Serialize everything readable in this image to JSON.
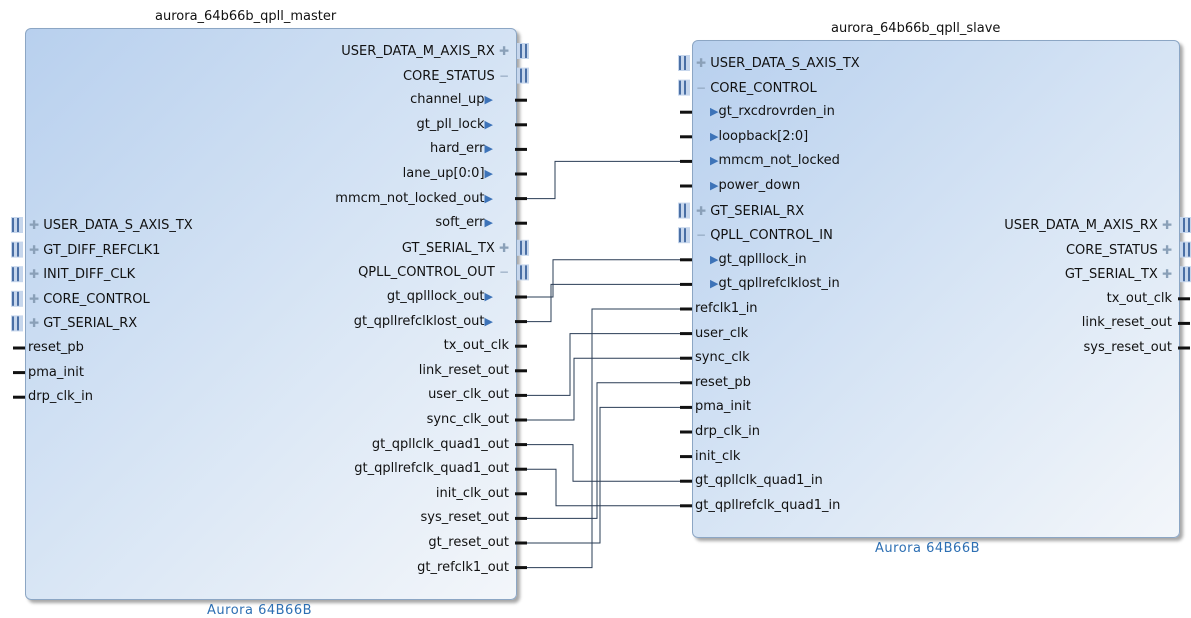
{
  "master": {
    "title": "aurora_64b66b_qpll_master",
    "subtitle": "Aurora 64B66B",
    "left_ports": [
      {
        "label": "USER_DATA_S_AXIS_TX",
        "kind": "bus"
      },
      {
        "label": "GT_DIFF_REFCLK1",
        "kind": "bus"
      },
      {
        "label": "INIT_DIFF_CLK",
        "kind": "bus"
      },
      {
        "label": "CORE_CONTROL",
        "kind": "bus"
      },
      {
        "label": "GT_SERIAL_RX",
        "kind": "bus"
      },
      {
        "label": "reset_pb",
        "kind": "wire"
      },
      {
        "label": "pma_init",
        "kind": "wire"
      },
      {
        "label": "drp_clk_in",
        "kind": "wire"
      }
    ],
    "right_ports": [
      {
        "label": "USER_DATA_M_AXIS_RX",
        "kind": "bus"
      },
      {
        "label": "CORE_STATUS",
        "kind": "busopen"
      },
      {
        "label": "channel_up",
        "kind": "tri"
      },
      {
        "label": "gt_pll_lock",
        "kind": "tri"
      },
      {
        "label": "hard_err",
        "kind": "tri"
      },
      {
        "label": "lane_up[0:0]",
        "kind": "tri"
      },
      {
        "label": "mmcm_not_locked_out",
        "kind": "tri"
      },
      {
        "label": "soft_err",
        "kind": "tri"
      },
      {
        "label": "GT_SERIAL_TX",
        "kind": "bus"
      },
      {
        "label": "QPLL_CONTROL_OUT",
        "kind": "busopen"
      },
      {
        "label": "gt_qplllock_out",
        "kind": "tri"
      },
      {
        "label": "gt_qpllrefclklost_out",
        "kind": "tri"
      },
      {
        "label": "tx_out_clk",
        "kind": "wire"
      },
      {
        "label": "link_reset_out",
        "kind": "wire"
      },
      {
        "label": "user_clk_out",
        "kind": "wire"
      },
      {
        "label": "sync_clk_out",
        "kind": "wire"
      },
      {
        "label": "gt_qpllclk_quad1_out",
        "kind": "wire"
      },
      {
        "label": "gt_qpllrefclk_quad1_out",
        "kind": "wire"
      },
      {
        "label": "init_clk_out",
        "kind": "wire"
      },
      {
        "label": "sys_reset_out",
        "kind": "wire"
      },
      {
        "label": "gt_reset_out",
        "kind": "wire"
      },
      {
        "label": "gt_refclk1_out",
        "kind": "wire"
      }
    ]
  },
  "slave": {
    "title": "aurora_64b66b_qpll_slave",
    "subtitle": "Aurora 64B66B",
    "left_ports": [
      {
        "label": "USER_DATA_S_AXIS_TX",
        "kind": "bus"
      },
      {
        "label": "CORE_CONTROL",
        "kind": "busopen"
      },
      {
        "label": "gt_rxcdrovrden_in",
        "kind": "tri"
      },
      {
        "label": "loopback[2:0]",
        "kind": "tri"
      },
      {
        "label": "mmcm_not_locked",
        "kind": "tri"
      },
      {
        "label": "power_down",
        "kind": "tri"
      },
      {
        "label": "GT_SERIAL_RX",
        "kind": "bus"
      },
      {
        "label": "QPLL_CONTROL_IN",
        "kind": "busopen"
      },
      {
        "label": "gt_qplllock_in",
        "kind": "tri"
      },
      {
        "label": "gt_qpllrefclklost_in",
        "kind": "tri"
      },
      {
        "label": "refclk1_in",
        "kind": "wire"
      },
      {
        "label": "user_clk",
        "kind": "wire"
      },
      {
        "label": "sync_clk",
        "kind": "wire"
      },
      {
        "label": "reset_pb",
        "kind": "wire"
      },
      {
        "label": "pma_init",
        "kind": "wire"
      },
      {
        "label": "drp_clk_in",
        "kind": "wire"
      },
      {
        "label": "init_clk",
        "kind": "wire"
      },
      {
        "label": "gt_qpllclk_quad1_in",
        "kind": "wire"
      },
      {
        "label": "gt_qpllrefclk_quad1_in",
        "kind": "wire"
      }
    ],
    "right_ports": [
      {
        "label": "USER_DATA_M_AXIS_RX",
        "kind": "bus"
      },
      {
        "label": "CORE_STATUS",
        "kind": "bus"
      },
      {
        "label": "GT_SERIAL_TX",
        "kind": "bus"
      },
      {
        "label": "tx_out_clk",
        "kind": "wire"
      },
      {
        "label": "link_reset_out",
        "kind": "wire"
      },
      {
        "label": "sys_reset_out",
        "kind": "wire"
      }
    ]
  },
  "connections": [
    {
      "from": "mmcm_not_locked_out",
      "to": "mmcm_not_locked"
    },
    {
      "from": "gt_qplllock_out",
      "to": "gt_qplllock_in"
    },
    {
      "from": "gt_qpllrefclklost_out",
      "to": "gt_qpllrefclklost_in"
    },
    {
      "from": "gt_refclk1_out",
      "to": "refclk1_in"
    },
    {
      "from": "user_clk_out",
      "to": "user_clk"
    },
    {
      "from": "sync_clk_out",
      "to": "sync_clk"
    },
    {
      "from": "sys_reset_out",
      "to": "reset_pb"
    },
    {
      "from": "gt_reset_out",
      "to": "pma_init"
    },
    {
      "from": "gt_qpllclk_quad1_out",
      "to": "gt_qpllclk_quad1_in"
    },
    {
      "from": "gt_qpllrefclk_quad1_out",
      "to": "gt_qpllrefclk_quad1_in"
    }
  ]
}
